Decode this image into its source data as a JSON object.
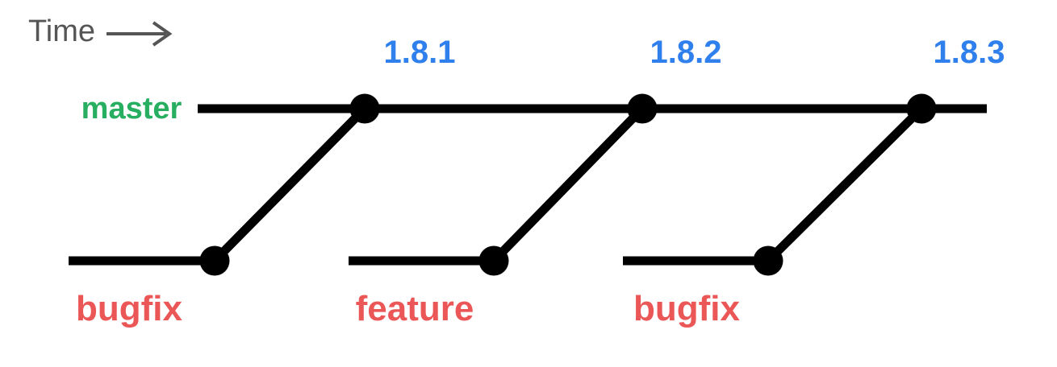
{
  "colors": {
    "master-green": "#27AE60",
    "tag-blue": "#2F80ED",
    "branch-red": "#EB5757",
    "time-gray": "#555555",
    "line-black": "#000000",
    "bg": "#FFFFFF"
  },
  "diagram": {
    "time_label": "Time",
    "master_branch": {
      "label": "master",
      "tags": [
        "1.8.1",
        "1.8.2",
        "1.8.3"
      ]
    },
    "feature_branches": [
      {
        "label": "bugfix",
        "merges_into_tag": "1.8.1"
      },
      {
        "label": "feature",
        "merges_into_tag": "1.8.2"
      },
      {
        "label": "bugfix",
        "merges_into_tag": "1.8.3"
      }
    ]
  }
}
